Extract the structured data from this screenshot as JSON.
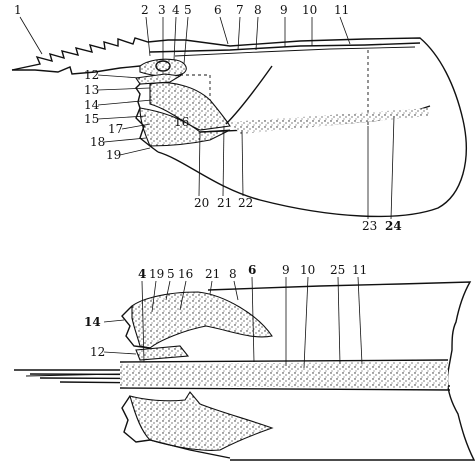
{
  "top_figure": {
    "labels": [
      "1",
      "2",
      "3",
      "4",
      "5",
      "6",
      "7",
      "8",
      "9",
      "10",
      "11",
      "12",
      "13",
      "14",
      "15",
      "17",
      "16",
      "18",
      "19",
      "20",
      "21",
      "22",
      "23",
      "24"
    ]
  },
  "bottom_figure": {
    "labels": [
      "4",
      "19",
      "5",
      "16",
      "21",
      "8",
      "6",
      "9",
      "10",
      "25",
      "11",
      "14",
      "12"
    ]
  }
}
